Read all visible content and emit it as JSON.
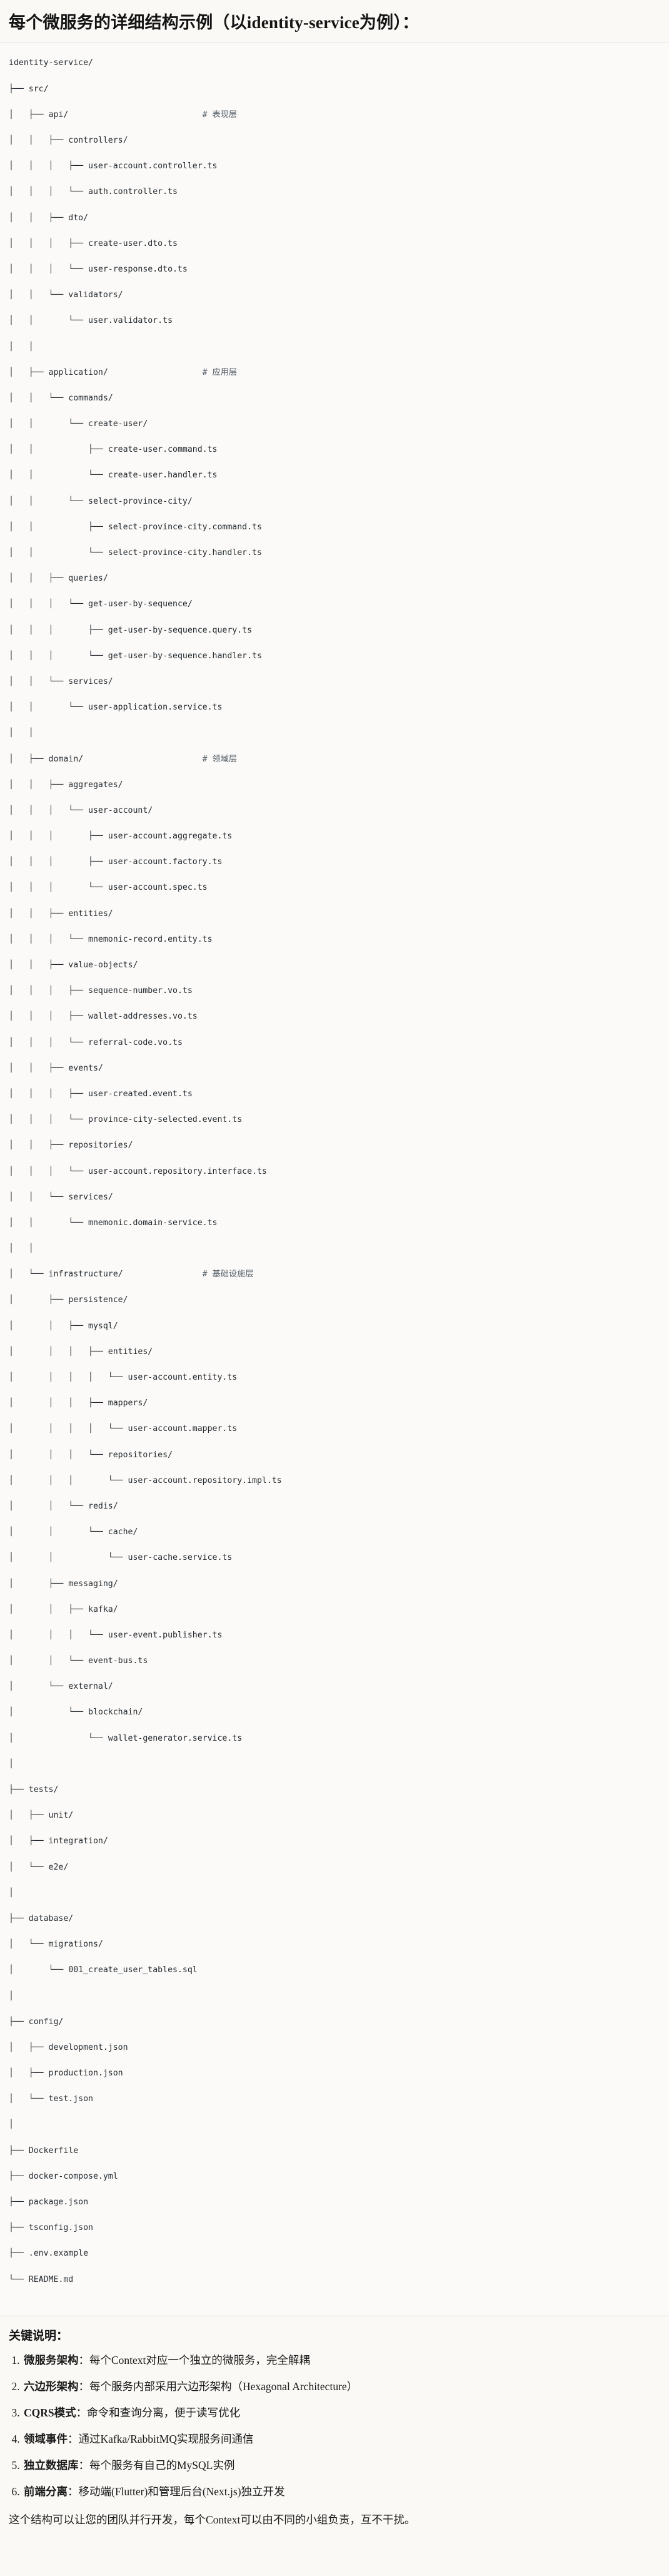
{
  "heading": "每个微服务的详细结构示例（以identity-service为例）：",
  "tree": {
    "root": "identity-service/",
    "lines": [
      {
        "text": "identity-service/",
        "comment": ""
      },
      {
        "text": "├── src/",
        "comment": ""
      },
      {
        "text": "│   ├── api/",
        "comment": "# 表现层"
      },
      {
        "text": "│   │   ├── controllers/",
        "comment": ""
      },
      {
        "text": "│   │   │   ├── user-account.controller.ts",
        "comment": ""
      },
      {
        "text": "│   │   │   └── auth.controller.ts",
        "comment": ""
      },
      {
        "text": "│   │   ├── dto/",
        "comment": ""
      },
      {
        "text": "│   │   │   ├── create-user.dto.ts",
        "comment": ""
      },
      {
        "text": "│   │   │   └── user-response.dto.ts",
        "comment": ""
      },
      {
        "text": "│   │   └── validators/",
        "comment": ""
      },
      {
        "text": "│   │       └── user.validator.ts",
        "comment": ""
      },
      {
        "text": "│   │",
        "comment": ""
      },
      {
        "text": "│   ├── application/",
        "comment": "# 应用层"
      },
      {
        "text": "│   │   └── commands/",
        "comment": ""
      },
      {
        "text": "│   │       └── create-user/",
        "comment": ""
      },
      {
        "text": "│   │           ├── create-user.command.ts",
        "comment": ""
      },
      {
        "text": "│   │           └── create-user.handler.ts",
        "comment": ""
      },
      {
        "text": "│   │       └── select-province-city/",
        "comment": ""
      },
      {
        "text": "│   │           ├── select-province-city.command.ts",
        "comment": ""
      },
      {
        "text": "│   │           └── select-province-city.handler.ts",
        "comment": ""
      },
      {
        "text": "│   │   ├── queries/",
        "comment": ""
      },
      {
        "text": "│   │   │   └── get-user-by-sequence/",
        "comment": ""
      },
      {
        "text": "│   │   │       ├── get-user-by-sequence.query.ts",
        "comment": ""
      },
      {
        "text": "│   │   │       └── get-user-by-sequence.handler.ts",
        "comment": ""
      },
      {
        "text": "│   │   └── services/",
        "comment": ""
      },
      {
        "text": "│   │       └── user-application.service.ts",
        "comment": ""
      },
      {
        "text": "│   │",
        "comment": ""
      },
      {
        "text": "│   ├── domain/",
        "comment": "# 领域层"
      },
      {
        "text": "│   │   ├── aggregates/",
        "comment": ""
      },
      {
        "text": "│   │   │   └── user-account/",
        "comment": ""
      },
      {
        "text": "│   │   │       ├── user-account.aggregate.ts",
        "comment": ""
      },
      {
        "text": "│   │   │       ├── user-account.factory.ts",
        "comment": ""
      },
      {
        "text": "│   │   │       └── user-account.spec.ts",
        "comment": ""
      },
      {
        "text": "│   │   ├── entities/",
        "comment": ""
      },
      {
        "text": "│   │   │   └── mnemonic-record.entity.ts",
        "comment": ""
      },
      {
        "text": "│   │   ├── value-objects/",
        "comment": ""
      },
      {
        "text": "│   │   │   ├── sequence-number.vo.ts",
        "comment": ""
      },
      {
        "text": "│   │   │   ├── wallet-addresses.vo.ts",
        "comment": ""
      },
      {
        "text": "│   │   │   └── referral-code.vo.ts",
        "comment": ""
      },
      {
        "text": "│   │   ├── events/",
        "comment": ""
      },
      {
        "text": "│   │   │   ├── user-created.event.ts",
        "comment": ""
      },
      {
        "text": "│   │   │   └── province-city-selected.event.ts",
        "comment": ""
      },
      {
        "text": "│   │   ├── repositories/",
        "comment": ""
      },
      {
        "text": "│   │   │   └── user-account.repository.interface.ts",
        "comment": ""
      },
      {
        "text": "│   │   └── services/",
        "comment": ""
      },
      {
        "text": "│   │       └── mnemonic.domain-service.ts",
        "comment": ""
      },
      {
        "text": "│   │",
        "comment": ""
      },
      {
        "text": "│   └── infrastructure/",
        "comment": "# 基础设施层"
      },
      {
        "text": "│       ├── persistence/",
        "comment": ""
      },
      {
        "text": "│       │   ├── mysql/",
        "comment": ""
      },
      {
        "text": "│       │   │   ├── entities/",
        "comment": ""
      },
      {
        "text": "│       │   │   │   └── user-account.entity.ts",
        "comment": ""
      },
      {
        "text": "│       │   │   ├── mappers/",
        "comment": ""
      },
      {
        "text": "│       │   │   │   └── user-account.mapper.ts",
        "comment": ""
      },
      {
        "text": "│       │   │   └── repositories/",
        "comment": ""
      },
      {
        "text": "│       │   │       └── user-account.repository.impl.ts",
        "comment": ""
      },
      {
        "text": "│       │   └── redis/",
        "comment": ""
      },
      {
        "text": "│       │       └── cache/",
        "comment": ""
      },
      {
        "text": "│       │           └── user-cache.service.ts",
        "comment": ""
      },
      {
        "text": "│       ├── messaging/",
        "comment": ""
      },
      {
        "text": "│       │   ├── kafka/",
        "comment": ""
      },
      {
        "text": "│       │   │   └── user-event.publisher.ts",
        "comment": ""
      },
      {
        "text": "│       │   └── event-bus.ts",
        "comment": ""
      },
      {
        "text": "│       └── external/",
        "comment": ""
      },
      {
        "text": "│           └── blockchain/",
        "comment": ""
      },
      {
        "text": "│               └── wallet-generator.service.ts",
        "comment": ""
      },
      {
        "text": "│",
        "comment": ""
      },
      {
        "text": "├── tests/",
        "comment": ""
      },
      {
        "text": "│   ├── unit/",
        "comment": ""
      },
      {
        "text": "│   ├── integration/",
        "comment": ""
      },
      {
        "text": "│   └── e2e/",
        "comment": ""
      },
      {
        "text": "│",
        "comment": ""
      },
      {
        "text": "├── database/",
        "comment": ""
      },
      {
        "text": "│   └── migrations/",
        "comment": ""
      },
      {
        "text": "│       └── 001_create_user_tables.sql",
        "comment": ""
      },
      {
        "text": "│",
        "comment": ""
      },
      {
        "text": "├── config/",
        "comment": ""
      },
      {
        "text": "│   ├── development.json",
        "comment": ""
      },
      {
        "text": "│   ├── production.json",
        "comment": ""
      },
      {
        "text": "│   └── test.json",
        "comment": ""
      },
      {
        "text": "│",
        "comment": ""
      },
      {
        "text": "├── Dockerfile",
        "comment": ""
      },
      {
        "text": "├── docker-compose.yml",
        "comment": ""
      },
      {
        "text": "├── package.json",
        "comment": ""
      },
      {
        "text": "├── tsconfig.json",
        "comment": ""
      },
      {
        "text": "├── .env.example",
        "comment": ""
      },
      {
        "text": "└── README.md",
        "comment": ""
      }
    ]
  },
  "notes": {
    "title": "关键说明：",
    "items": [
      {
        "key": "微服务架构",
        "sep": "：",
        "desc": "每个Context对应一个独立的微服务，完全解耦"
      },
      {
        "key": "六边形架构",
        "sep": "：",
        "desc": "每个服务内部采用六边形架构（Hexagonal Architecture）"
      },
      {
        "key": "CQRS模式",
        "sep": "：",
        "desc": "命令和查询分离，便于读写优化"
      },
      {
        "key": "领域事件",
        "sep": "：",
        "desc": "通过Kafka/RabbitMQ实现服务间通信"
      },
      {
        "key": "独立数据库",
        "sep": "：",
        "desc": "每个服务有自己的MySQL实例"
      },
      {
        "key": "前端分离",
        "sep": "：",
        "desc": "移动端(Flutter)和管理后台(Next.js)独立开发"
      }
    ],
    "closing": "这个结构可以让您的团队并行开发，每个Context可以由不同的小组负责，互不干扰。"
  },
  "colors": {
    "page_bg": "#faf9f6",
    "code_bg": "#fbfaf8",
    "text": "#1a1a1a",
    "code_text": "#24292f",
    "comment_text": "#57606a",
    "rule": "#e3e1dc"
  }
}
